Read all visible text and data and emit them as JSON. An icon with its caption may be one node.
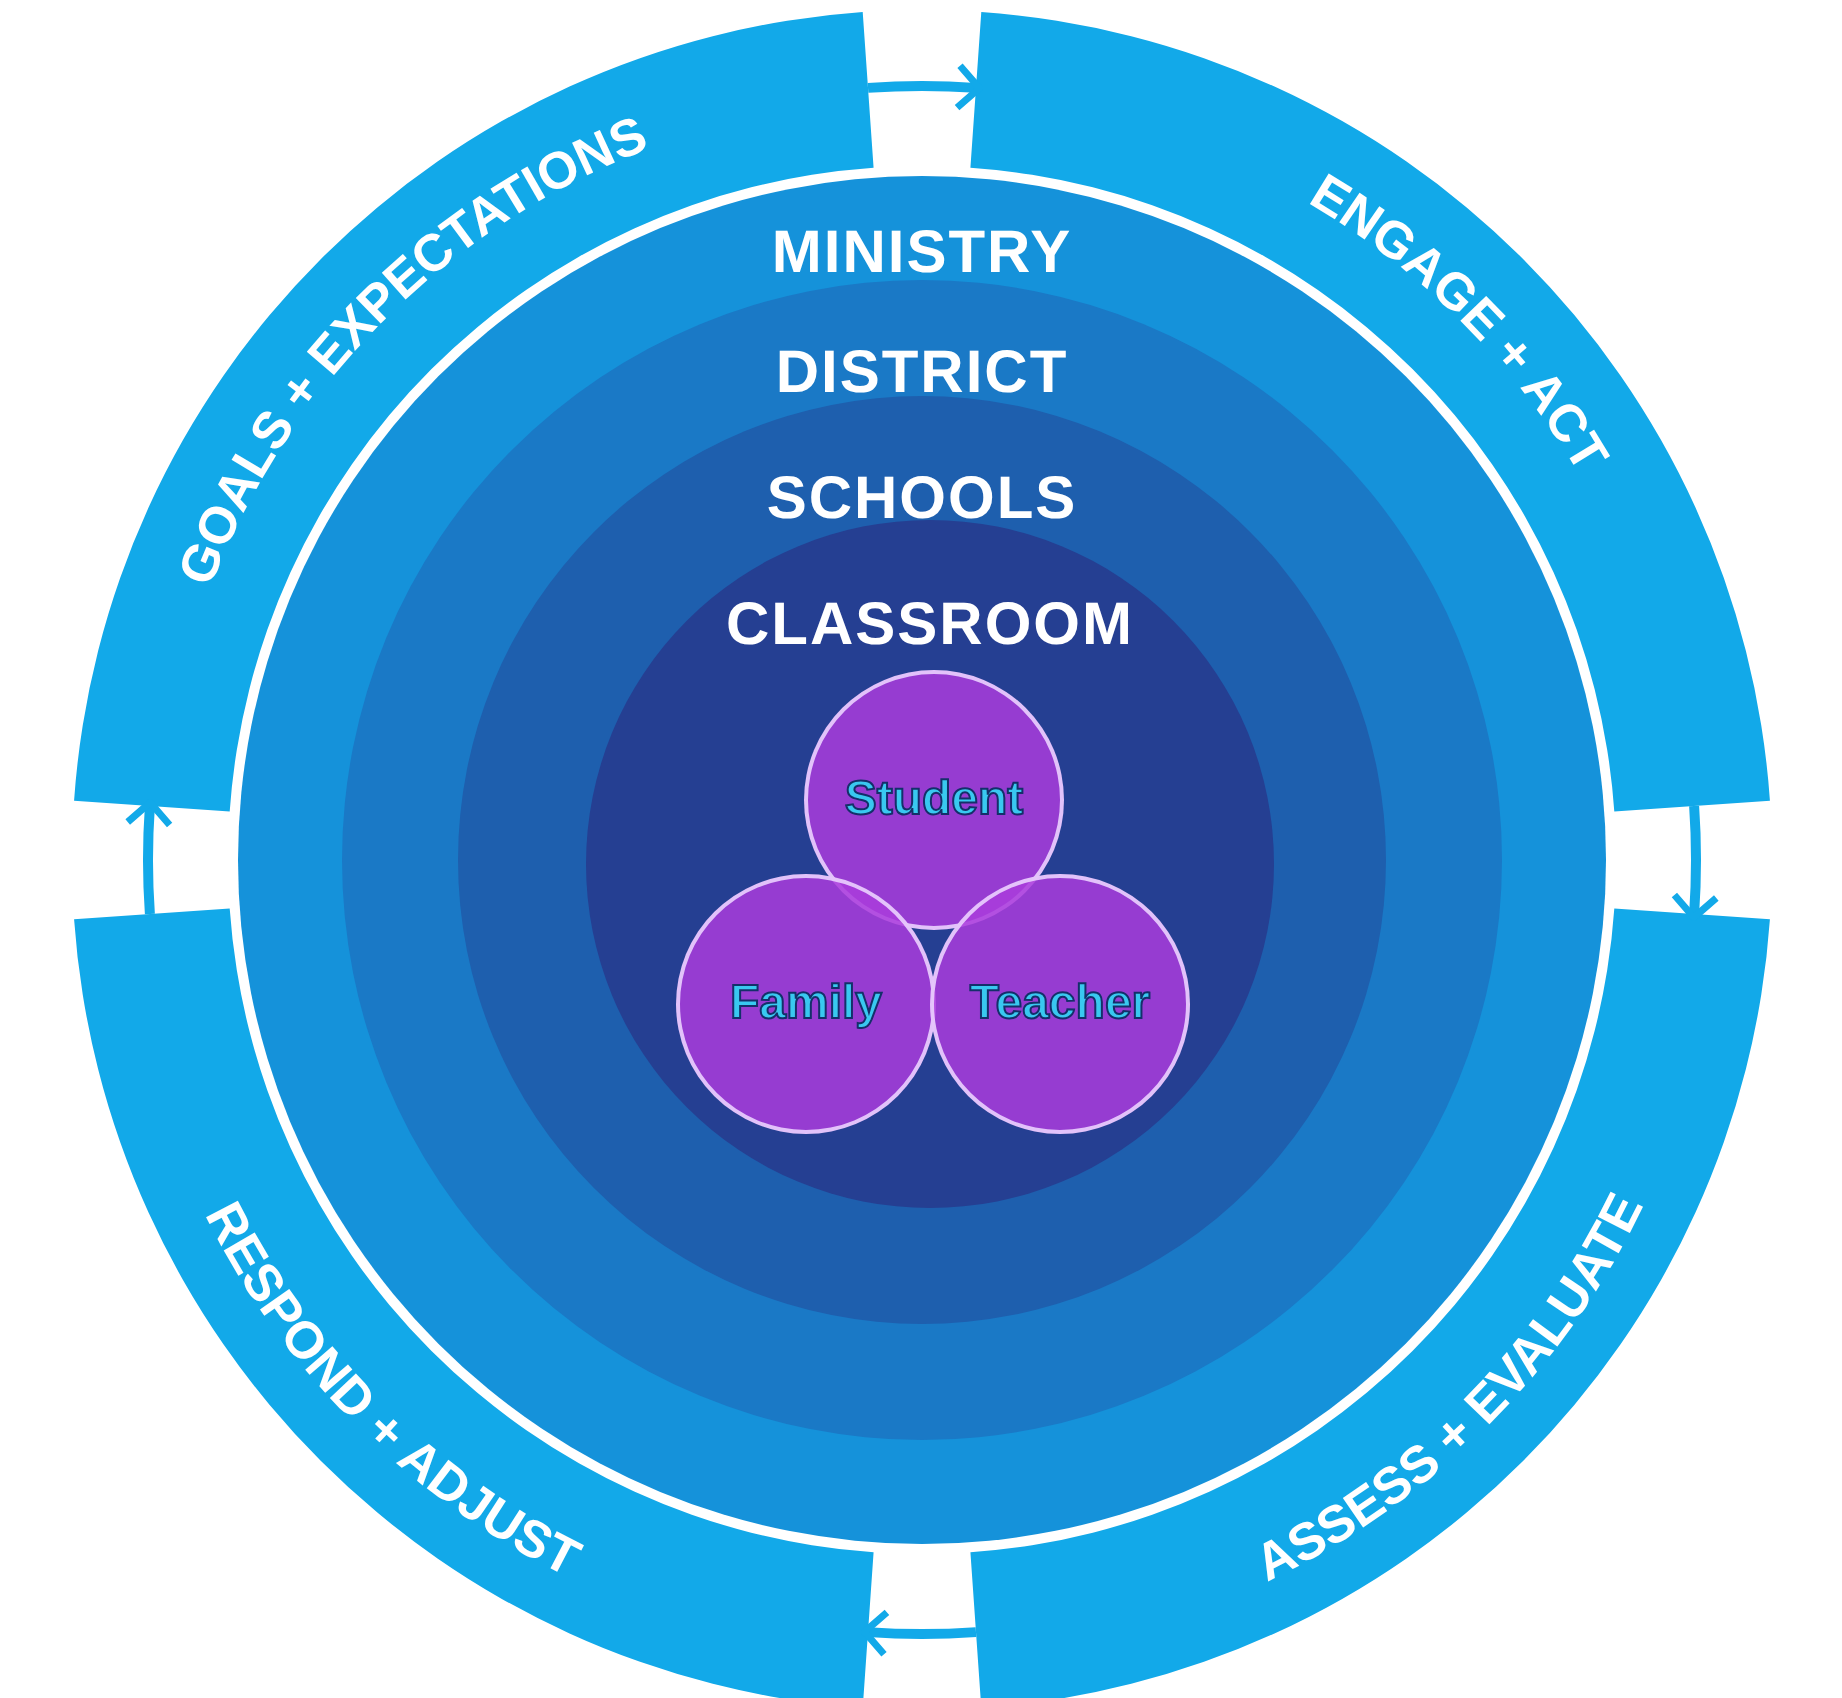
{
  "diagram": {
    "nodes": [
      {
        "text": [
          "GOALS + EXPECTATIONS"
        ]
      },
      {
        "text": [
          "ENGAGE + ACT"
        ]
      },
      {
        "text": [
          "ASSESS + EVALUATE"
        ]
      },
      {
        "text": [
          "RESPOND + ADJUST"
        ]
      },
      {
        "text": [
          "MINISTRY"
        ]
      },
      {
        "text": [
          "DISTRICT"
        ],
        "in": 4
      },
      {
        "text": [
          "SCHOOLS"
        ],
        "in": 5
      },
      {
        "text": [
          "CLASSROOM"
        ],
        "in": 6
      },
      {
        "text": [
          "Student"
        ],
        "in": 7
      },
      {
        "text": [
          "Family"
        ],
        "in": 7
      },
      {
        "text": [
          "Teacher"
        ],
        "in": 7
      }
    ],
    "edges": [
      {
        "from": 0,
        "to": 1,
        "arrow": "to"
      },
      {
        "from": 1,
        "to": 2,
        "arrow": "to"
      },
      {
        "from": 2,
        "to": 3,
        "arrow": "to"
      },
      {
        "from": 3,
        "to": 0,
        "arrow": "to"
      }
    ]
  }
}
